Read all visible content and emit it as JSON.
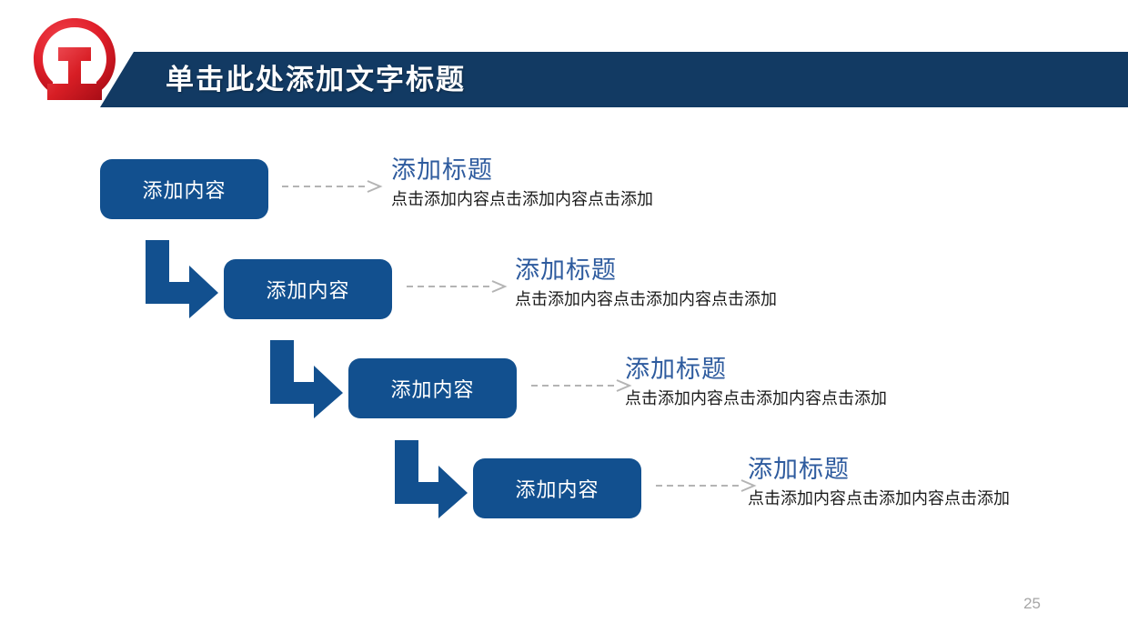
{
  "slide": {
    "background_color": "#ffffff",
    "page_number": "25"
  },
  "header": {
    "title": "单击此处添加文字标题",
    "banner_color": "#123a63",
    "title_color": "#ffffff",
    "logo": {
      "name": "china-railway-logo",
      "color": "#d81e25"
    }
  },
  "diagram": {
    "type": "staircase-process",
    "box_color": "#12508f",
    "heading_color": "#2e5b9e",
    "body_color": "#1a1a1a",
    "connector_color": "#12508f",
    "dash_arrow_color": "#b4b4b4",
    "steps": [
      {
        "box_label": "添加内容",
        "heading": "添加标题",
        "body": "点击添加内容点击添加内容点击添加"
      },
      {
        "box_label": "添加内容",
        "heading": "添加标题",
        "body": "点击添加内容点击添加内容点击添加"
      },
      {
        "box_label": "添加内容",
        "heading": "添加标题",
        "body": "点击添加内容点击添加内容点击添加"
      },
      {
        "box_label": "添加内容",
        "heading": "添加标题",
        "body": "点击添加内容点击添加内容点击添加"
      }
    ]
  }
}
